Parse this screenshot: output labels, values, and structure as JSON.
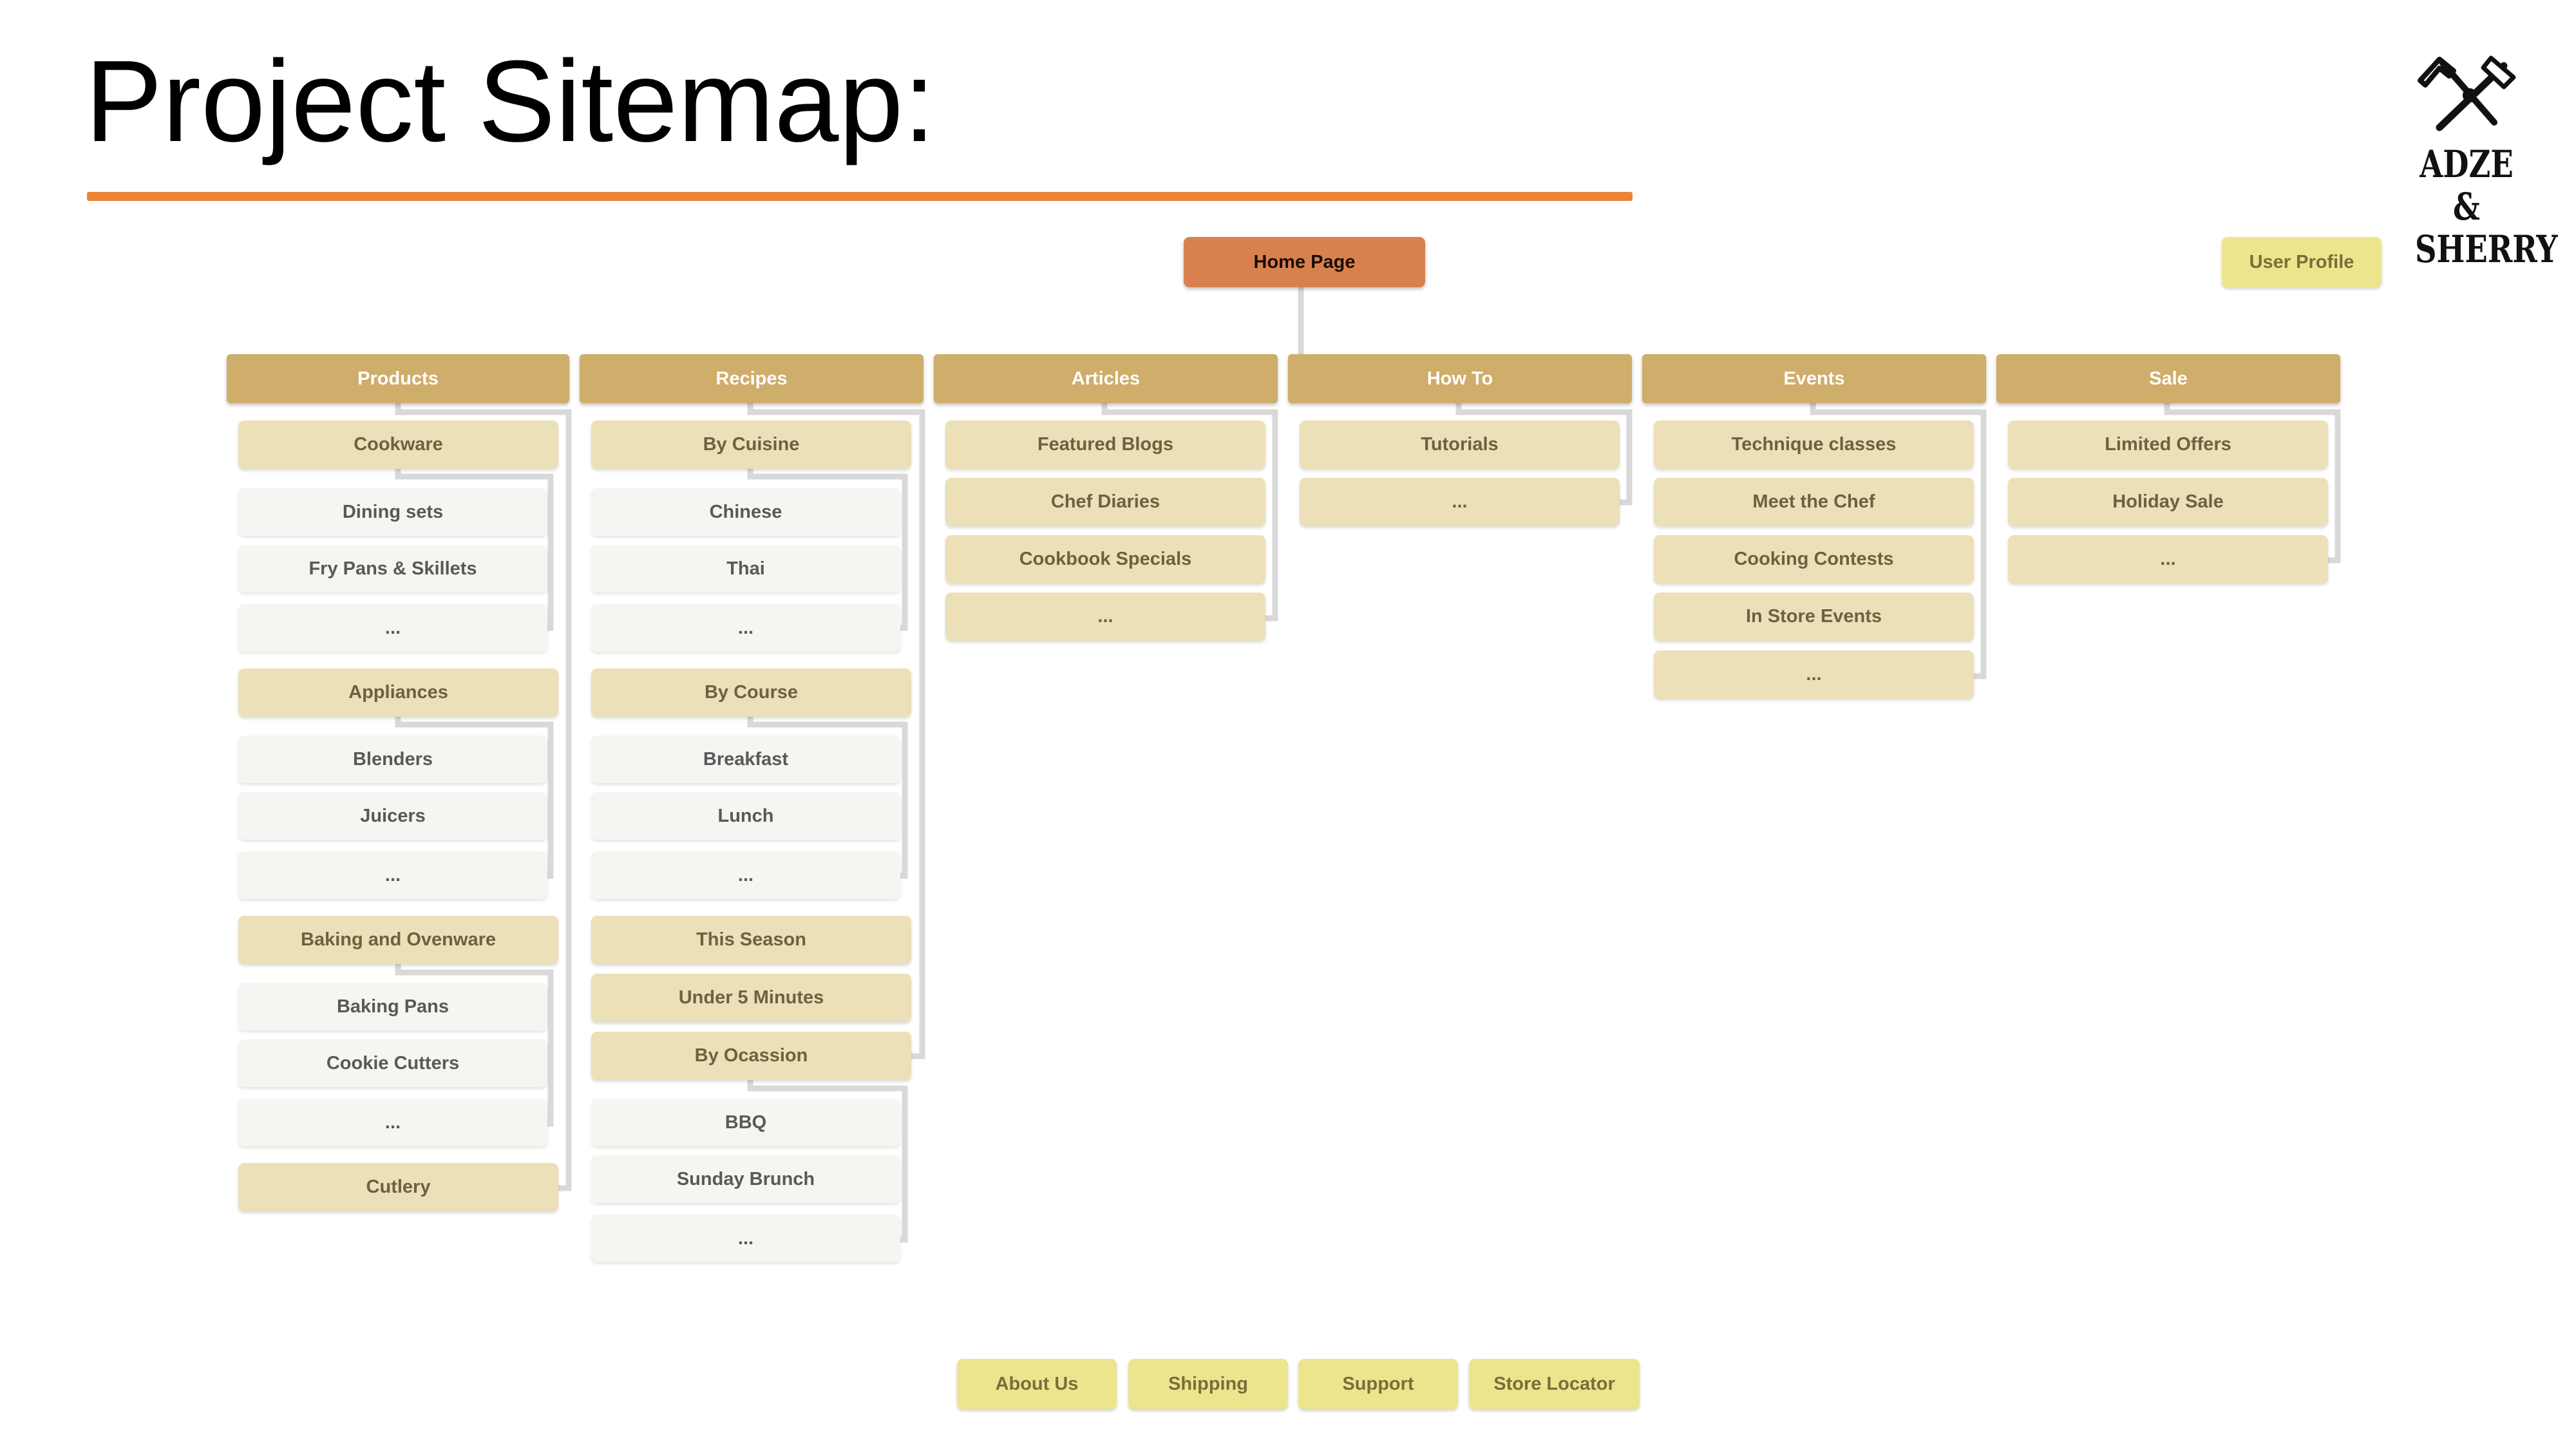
{
  "slide": {
    "title": "Project Sitemap:"
  },
  "logo": {
    "line1": "ADZE &",
    "line2": "SHERRY"
  },
  "sitemap": {
    "home": "Home Page",
    "user_profile": "User Profile",
    "products": {
      "label": "Products",
      "cookware": {
        "label": "Cookware",
        "items": [
          "Dining sets",
          "Fry Pans & Skillets",
          "..."
        ]
      },
      "appliances": {
        "label": "Appliances",
        "items": [
          "Blenders",
          "Juicers",
          "..."
        ]
      },
      "baking": {
        "label": "Baking and Ovenware",
        "items": [
          "Baking Pans",
          "Cookie Cutters",
          "..."
        ]
      },
      "cutlery": {
        "label": "Cutlery"
      }
    },
    "recipes": {
      "label": "Recipes",
      "by_cuisine": {
        "label": "By Cuisine",
        "items": [
          "Chinese",
          "Thai",
          "..."
        ]
      },
      "by_course": {
        "label": "By Course",
        "items": [
          "Breakfast",
          "Lunch",
          "..."
        ]
      },
      "this_season": "This Season",
      "under_5": "Under 5 Minutes",
      "by_occasion": {
        "label": "By Ocassion",
        "items": [
          "BBQ",
          "Sunday Brunch",
          "..."
        ]
      }
    },
    "articles": {
      "label": "Articles",
      "items": [
        "Featured Blogs",
        "Chef Diaries",
        "Cookbook Specials",
        "..."
      ]
    },
    "howto": {
      "label": "How To",
      "items": [
        "Tutorials",
        "..."
      ]
    },
    "events": {
      "label": "Events",
      "items": [
        "Technique classes",
        "Meet the Chef",
        "Cooking Contests",
        "In Store Events",
        "..."
      ]
    },
    "sale": {
      "label": "Sale",
      "items": [
        "Limited Offers",
        "Holiday Sale",
        "..."
      ]
    }
  },
  "footer": {
    "items": [
      "About Us",
      "Shipping",
      "Support",
      "Store Locator"
    ]
  },
  "colors": {
    "accent_rule": "#ea8536",
    "home": "#d8814f",
    "category": "#cfad6a",
    "subcategory": "#ece0b8",
    "leaf": "#f6f5f2",
    "utility": "#ede58d"
  }
}
